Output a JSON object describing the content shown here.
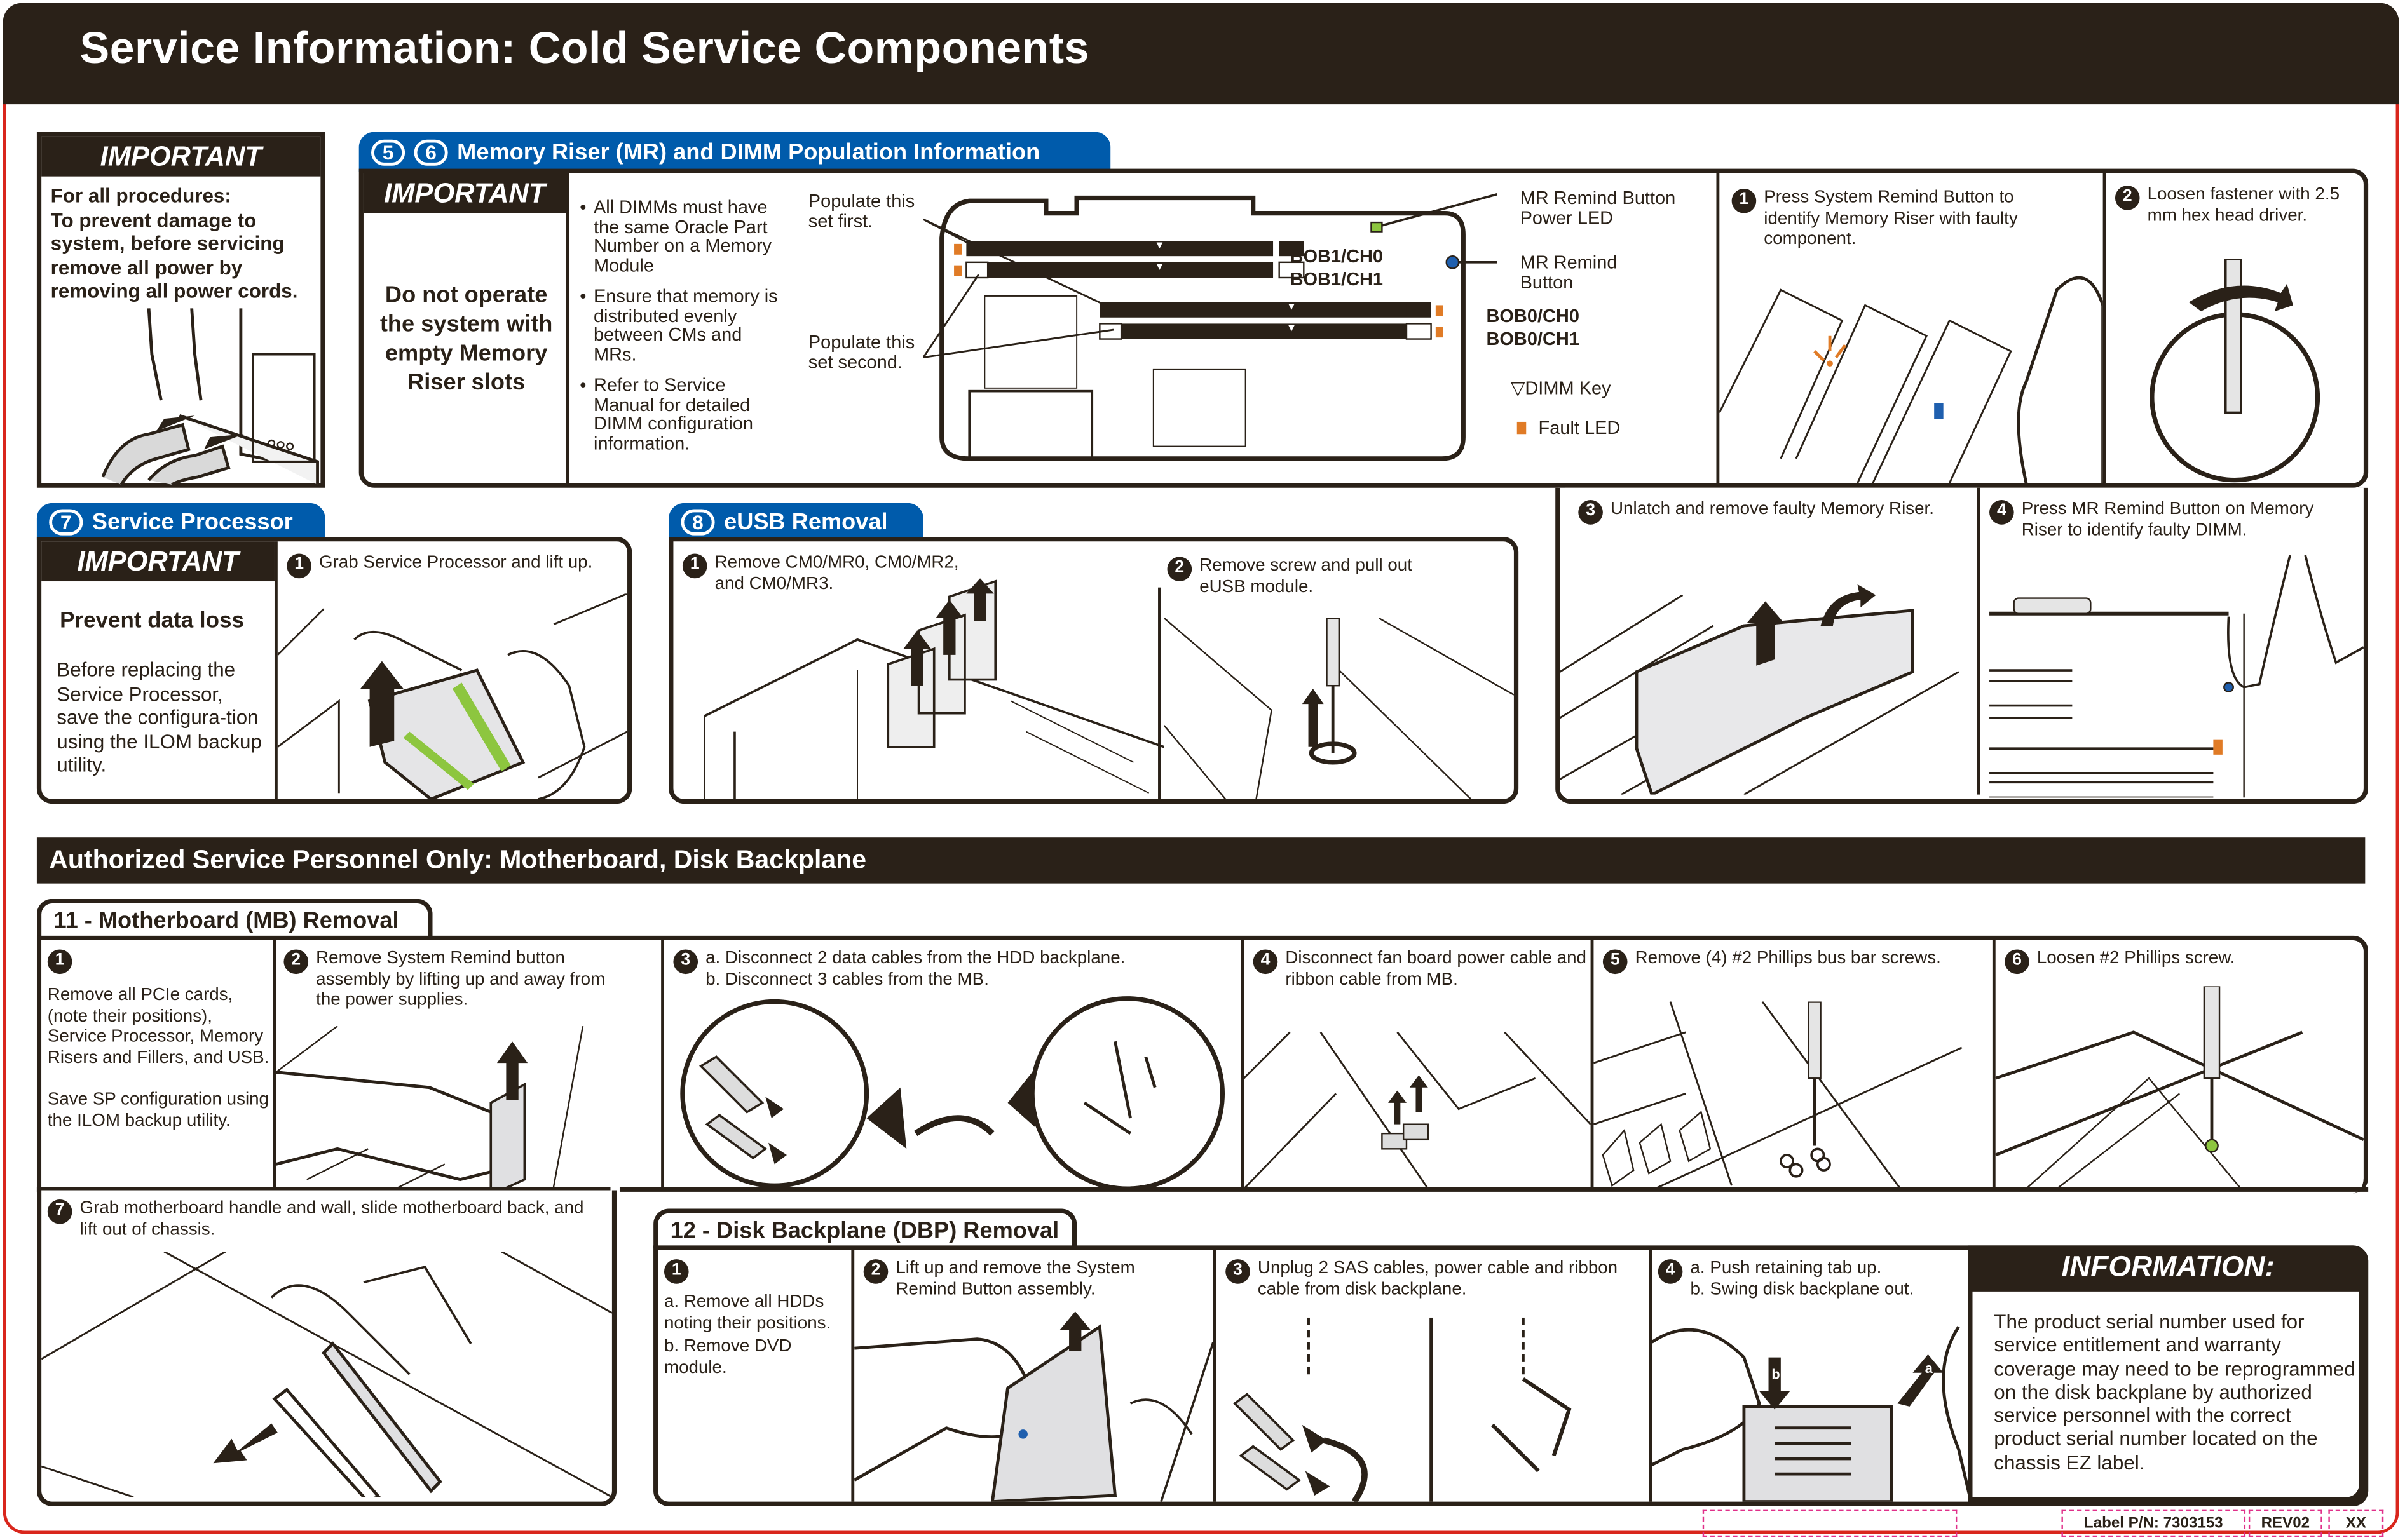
{
  "header": {
    "title": "Service Information: Cold Service Components"
  },
  "colors": {
    "dark": "#2a2118",
    "blue": "#005bab",
    "red_border": "#d9261c",
    "fault_led": "#e07b26",
    "power_led": "#8dc63f",
    "remind_button": "#1f5fae",
    "dashed_label": "#e0308a"
  },
  "important_power": {
    "heading": "IMPORTANT",
    "lines": [
      "For all procedures:",
      "To prevent damage to",
      "system, before servicing",
      "remove all power by",
      "removing all power cords."
    ]
  },
  "memory_riser": {
    "tab_numbers": [
      "5",
      "6"
    ],
    "tab_title": "Memory Riser (MR) and DIMM Population Information",
    "important_heading": "IMPORTANT",
    "important_text": "Do not operate the system with empty Memory Riser slots",
    "bullets": [
      "All DIMMs must have the same Oracle Part Number on a Memory Module",
      "Ensure that memory is distributed evenly between CMs and MRs.",
      "Refer to Service Manual for detailed DIMM configuration information."
    ],
    "diagram": {
      "populate_first": "Populate this set first.",
      "populate_second": "Populate this set second.",
      "slots": [
        "BOB1/CH0",
        "BOB1/CH1",
        "BOB0/CH0",
        "BOB0/CH1"
      ],
      "mr_remind_power_led": "MR Remind Button Power LED",
      "mr_remind_button": "MR Remind Button",
      "legend_dimm_key": "DIMM Key",
      "legend_fault_led": "Fault LED"
    },
    "steps": [
      {
        "num": "1",
        "text": "Press System Remind Button to identify Memory Riser with faulty component."
      },
      {
        "num": "2",
        "text": "Loosen fastener with 2.5 mm hex head driver."
      },
      {
        "num": "3",
        "text": "Unlatch and remove faulty Memory Riser."
      },
      {
        "num": "4",
        "text": "Press MR Remind Button on Memory Riser to identify faulty DIMM."
      }
    ]
  },
  "service_processor": {
    "tab_number": "7",
    "tab_title": "Service Processor",
    "important_heading": "IMPORTANT",
    "subheading": "Prevent data loss",
    "body": "Before replacing the Service Processor, save the configura-tion using the ILOM backup utility.",
    "steps": [
      {
        "num": "1",
        "text": "Grab Service Processor and lift up."
      }
    ]
  },
  "eusb": {
    "tab_number": "8",
    "tab_title": "eUSB Removal",
    "steps": [
      {
        "num": "1",
        "text": "Remove CM0/MR0, CM0/MR2, and CM0/MR3."
      },
      {
        "num": "2",
        "text": "Remove screw and pull out eUSB module."
      }
    ]
  },
  "banner": {
    "title": "Authorized Service Personnel Only: Motherboard, Disk Backplane"
  },
  "motherboard": {
    "tab_title": "11 - Motherboard (MB) Removal",
    "steps": [
      {
        "num": "1",
        "text": "Remove all PCIe cards, (note their positions), Service Processor, Memory Risers and Fillers, and USB.",
        "note": "Save SP configuration using the ILOM backup utility."
      },
      {
        "num": "2",
        "text": "Remove System Remind button assembly by lifting up and away from the power supplies."
      },
      {
        "num": "3",
        "text_a": "a. Disconnect 2 data cables from the HDD backplane.",
        "text_b": "b. Disconnect 3 cables from the MB."
      },
      {
        "num": "4",
        "text": "Disconnect fan board power cable and ribbon cable from MB."
      },
      {
        "num": "5",
        "text": "Remove (4) #2 Phillips bus bar screws."
      },
      {
        "num": "6",
        "text": "Loosen #2 Phillips screw."
      },
      {
        "num": "7",
        "text": "Grab motherboard handle and wall, slide motherboard back, and lift out of chassis."
      }
    ]
  },
  "disk_backplane": {
    "tab_title": "12 - Disk Backplane (DBP) Removal",
    "steps": [
      {
        "num": "1",
        "text_a": "a. Remove all HDDs noting their positions.",
        "text_b": "b. Remove DVD module."
      },
      {
        "num": "2",
        "text": "Lift up and remove the System Remind Button assembly."
      },
      {
        "num": "3",
        "text": "Unplug 2 SAS cables, power cable and ribbon cable from disk backplane."
      },
      {
        "num": "4",
        "text_a": "a. Push retaining tab up.",
        "text_b": "b. Swing disk backplane out.",
        "arrow_a": "a",
        "arrow_b": "b"
      }
    ]
  },
  "information": {
    "heading": "INFORMATION:",
    "body": "The product serial number used for service entitlement and warranty coverage may need to be reprogrammed on the disk backplane by authorized service personnel with the correct product serial number located on the chassis EZ label."
  },
  "footer": {
    "part_number": "Label P/N: 7303153",
    "revision": "REV02",
    "code": "XX"
  }
}
